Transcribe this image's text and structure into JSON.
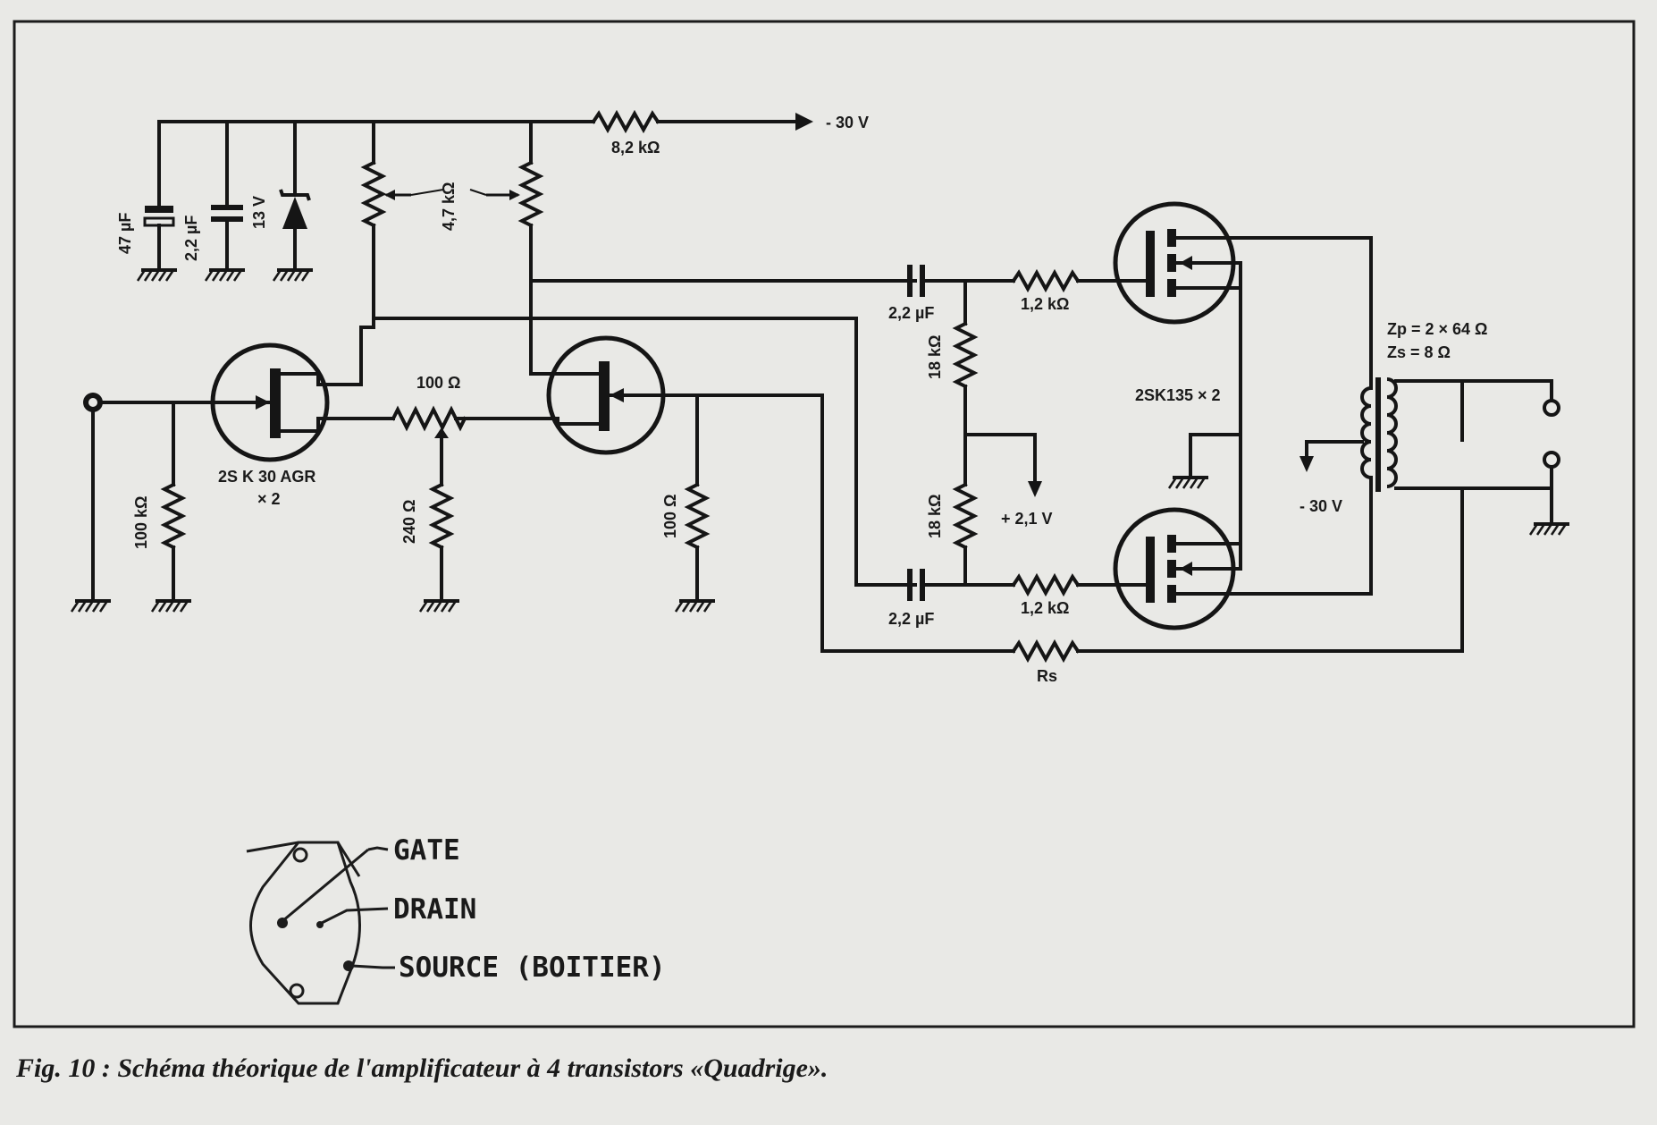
{
  "labels": {
    "supply_top": "- 30 V",
    "r_8k2": "8,2 kΩ",
    "r_4k7_pots": "4,7 kΩ",
    "c_47u": "47 µF",
    "c_2u2_filter": "2,2 µF",
    "zener": "13 V",
    "input_stage": "2S K 30 AGR",
    "input_stage_count": "× 2",
    "r_100_pot": "100 Ω",
    "r_240": "240 Ω",
    "r_100k": "100 kΩ",
    "r_100_load": "100 Ω",
    "c_2u2_top": "2,2 µF",
    "c_2u2_bottom": "2,2 µF",
    "r_18k_top": "18 kΩ",
    "r_18k_bottom": "18 kΩ",
    "bias": "+ 2,1 V",
    "r_1k2_top": "1,2 kΩ",
    "r_1k2_bottom": "1,2 kΩ",
    "power_stage": "2SK135 × 2",
    "transformer_zp": "Zp  =  2 × 64 Ω",
    "transformer_zs": "Zs  =  8 Ω",
    "supply_mid": "- 30 V",
    "feedback": "Rs"
  },
  "pinout": {
    "gate": "GATE",
    "drain": "DRAIN",
    "source": "SOURCE (BOITIER)"
  },
  "caption": "Fig. 10 : Schéma théorique de l'amplificateur à 4 transistors «Quadrige»."
}
